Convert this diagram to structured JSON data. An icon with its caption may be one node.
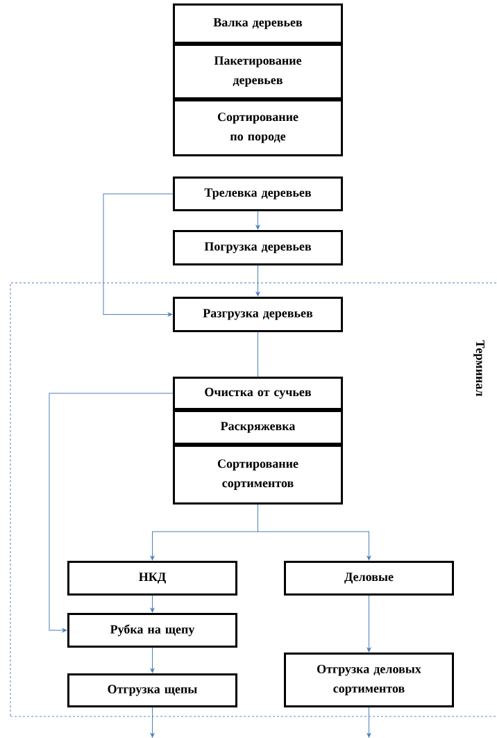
{
  "diagram": {
    "nodes": [
      {
        "text": [
          "Валка деревьев"
        ]
      },
      {
        "text": [
          "Пакетирование деревьев"
        ]
      },
      {
        "text": [
          "Сортирование по породе"
        ]
      },
      {
        "text": [
          "Трелевка деревьев"
        ]
      },
      {
        "text": [
          "Погрузка деревьев"
        ]
      },
      {
        "text": [
          "Терминал"
        ]
      },
      {
        "text": [
          "Разгрузка деревьев"
        ],
        "in": 5
      },
      {
        "text": [
          "Очистка от сучьев"
        ],
        "in": 5
      },
      {
        "text": [
          "Раскряжевка"
        ],
        "in": 5
      },
      {
        "text": [
          "Сортирование сортиментов"
        ],
        "in": 5
      },
      {
        "text": [
          "НКД"
        ],
        "in": 5
      },
      {
        "text": [
          "Деловые"
        ],
        "in": 5
      },
      {
        "text": [
          "Рубка на щепу"
        ],
        "in": 5
      },
      {
        "text": [
          "Отгрузка деловых сортиментов"
        ],
        "in": 5
      },
      {
        "text": [
          "Отгрузка щепы"
        ],
        "in": 5
      }
    ],
    "edges": [
      {
        "from": 3,
        "to": 4,
        "arrow": "to"
      },
      {
        "from": 3,
        "to": 6,
        "arrow": "to"
      },
      {
        "from": 4,
        "to": 6,
        "arrow": "to"
      },
      {
        "from": 6,
        "to": 7,
        "arrow": "none"
      },
      {
        "from": 7,
        "to": 12,
        "arrow": "to"
      },
      {
        "from": 9,
        "to": 10,
        "arrow": "to"
      },
      {
        "from": 9,
        "to": 11,
        "arrow": "to"
      },
      {
        "from": 10,
        "to": 12,
        "arrow": "to"
      },
      {
        "from": 11,
        "to": 13,
        "arrow": "to"
      },
      {
        "from": 12,
        "to": 14,
        "arrow": "to"
      },
      {
        "from": 14,
        "to": null,
        "arrow": "to"
      },
      {
        "from": 13,
        "to": null,
        "arrow": "to"
      }
    ]
  }
}
